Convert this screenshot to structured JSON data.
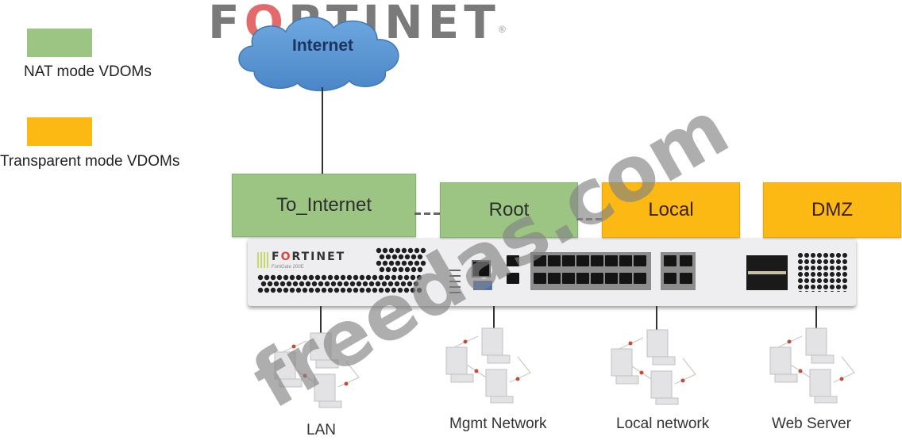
{
  "legend": {
    "items": [
      {
        "label": "NAT mode VDOMs",
        "color": "#9cc584"
      },
      {
        "label": "Transparent mode VDOMs",
        "color": "#fdb913"
      }
    ]
  },
  "brand": {
    "prefix": "F",
    "o": "O",
    "suffix": "RTINET",
    "registered": "®"
  },
  "internet": {
    "label": "Internet",
    "color": "#5b9bd5"
  },
  "vdoms": [
    {
      "name": "To_Internet",
      "mode": "NAT"
    },
    {
      "name": "Root",
      "mode": "NAT"
    },
    {
      "name": "Local",
      "mode": "Transparent"
    },
    {
      "name": "DMZ",
      "mode": "Transparent"
    }
  ],
  "appliance": {
    "brand_prefix": "F",
    "brand_o": "O",
    "brand_suffix": "RTINET",
    "model": "FortiGate 200E"
  },
  "networks": [
    {
      "label": "LAN"
    },
    {
      "label": "Mgmt Network"
    },
    {
      "label": "Local network"
    },
    {
      "label": "Web Server"
    }
  ],
  "watermark": "freedas.com"
}
